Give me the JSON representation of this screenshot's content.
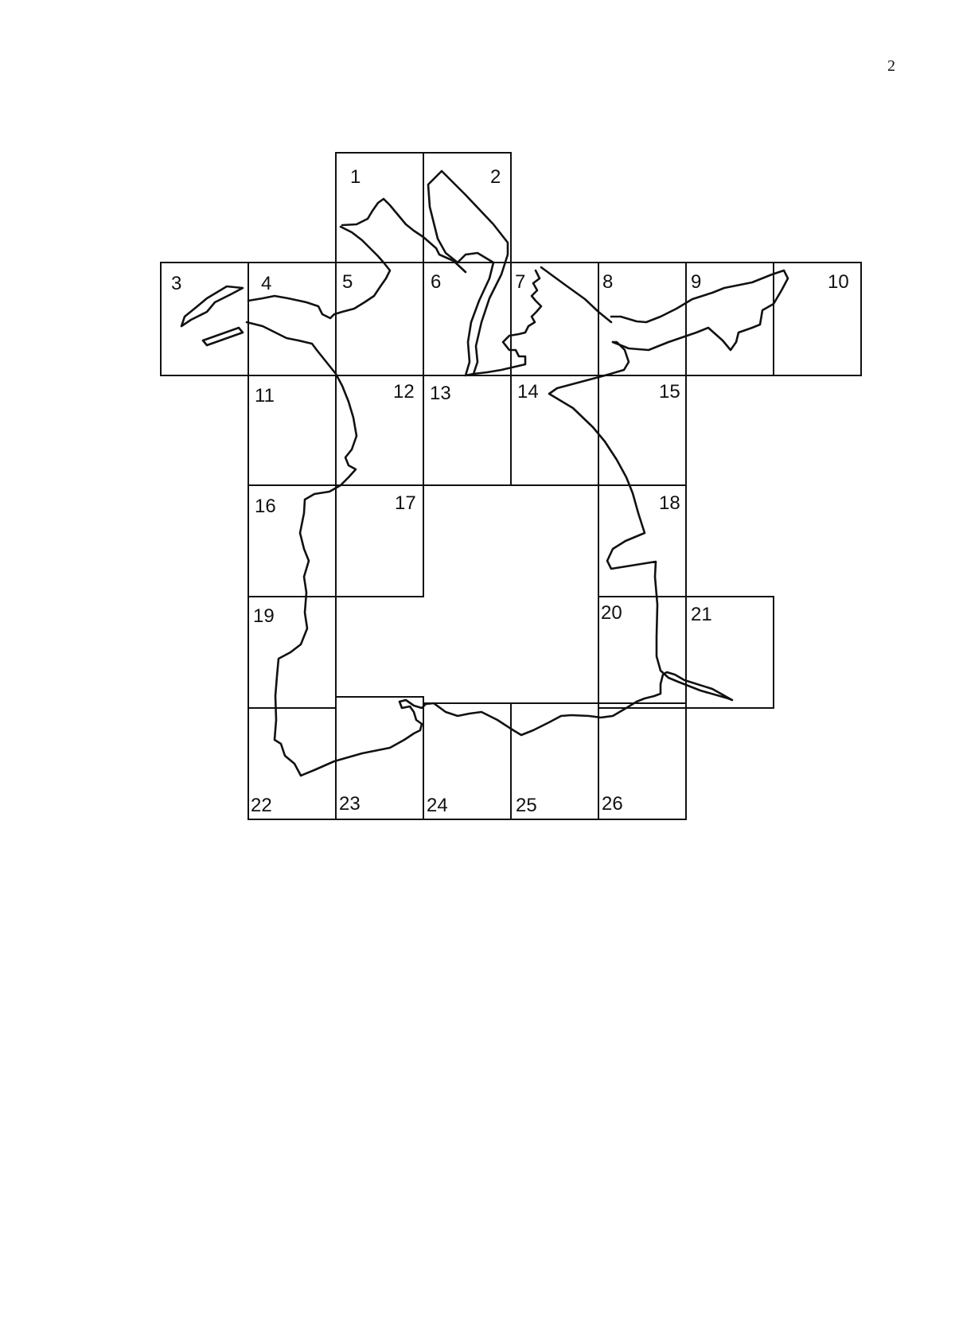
{
  "page": {
    "page_number": "2"
  },
  "map": {
    "tiles": [
      {
        "label": "1"
      },
      {
        "label": "2"
      },
      {
        "label": "3"
      },
      {
        "label": "4"
      },
      {
        "label": "5"
      },
      {
        "label": "6"
      },
      {
        "label": "7"
      },
      {
        "label": "8"
      },
      {
        "label": "9"
      },
      {
        "label": "10"
      },
      {
        "label": "11"
      },
      {
        "label": "12"
      },
      {
        "label": "13"
      },
      {
        "label": "14"
      },
      {
        "label": "15"
      },
      {
        "label": "16"
      },
      {
        "label": "17"
      },
      {
        "label": "18"
      },
      {
        "label": "19"
      },
      {
        "label": "20"
      },
      {
        "label": "21"
      },
      {
        "label": "22"
      },
      {
        "label": "23"
      },
      {
        "label": "24"
      },
      {
        "label": "25"
      },
      {
        "label": "26"
      }
    ],
    "line_color": "#111111",
    "background_color": "#ffffff"
  }
}
